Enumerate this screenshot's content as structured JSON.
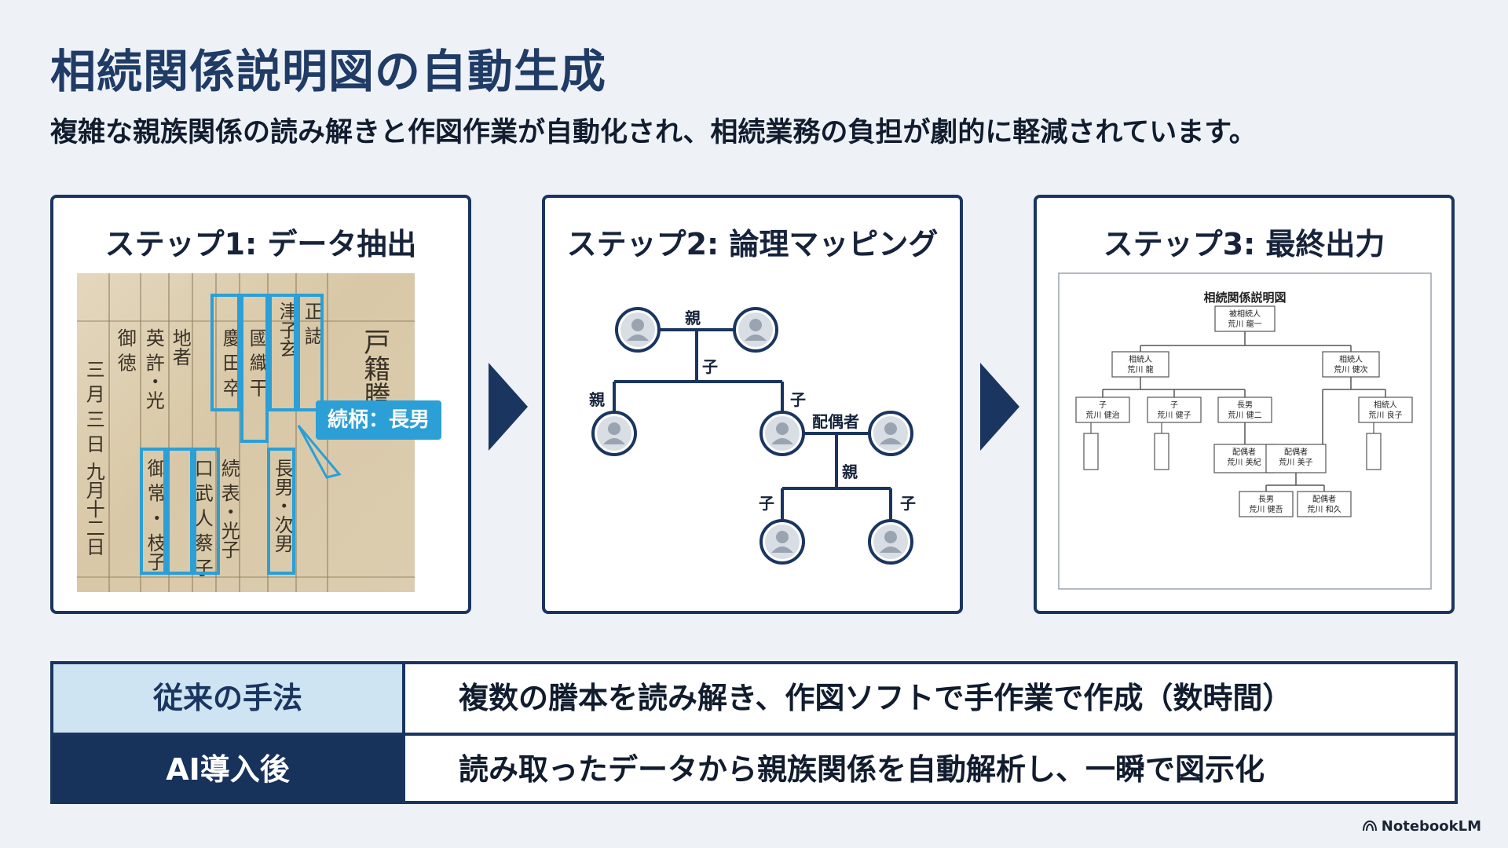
{
  "title": "相続関係説明図の自動生成",
  "subtitle": "複雑な親族関係の読み解きと作図作業が自動化され、相続業務の負担が劇的に軽減されています。",
  "steps": [
    {
      "label": "ステップ1: データ抽出"
    },
    {
      "label": "ステップ2: 論理マッピング"
    },
    {
      "label": "ステップ3: 最終出力"
    }
  ],
  "document": {
    "columns": [
      "戸籍謄本",
      "正 誌",
      "津子玄",
      "國 織 干",
      "慶 田 卒",
      "地者",
      "英 許・光",
      "御 徳",
      "三 月 三 日",
      "九月十二日",
      "長男・次男",
      "続 表・光子",
      "口 武 人 蔡 子",
      "御 常 ・ 枝子"
    ],
    "callout": "続柄：長男"
  },
  "mapping": {
    "parent_label": "親",
    "child_label": "子",
    "spouse_label": "配偶者"
  },
  "chart": {
    "title": "相続関係説明図",
    "nodes": [
      {
        "role": "被相続人",
        "name": "荒川 龍一"
      },
      {
        "role": "相続人",
        "name": "荒川 龍"
      },
      {
        "role": "相続人",
        "name": "荒川 健次"
      },
      {
        "role": "子",
        "name": "荒川 健治"
      },
      {
        "role": "子",
        "name": "荒川 健子"
      },
      {
        "role": "長男",
        "name": "荒川 健二"
      },
      {
        "role": "相続人",
        "name": "荒川 良子"
      },
      {
        "role": "配偶者",
        "name": "荒川 美紀"
      },
      {
        "role": "配偶者",
        "name": "荒川 美子"
      },
      {
        "role": "長男",
        "name": "荒川 健吾"
      },
      {
        "role": "配偶者",
        "name": "荒川 和久"
      }
    ]
  },
  "table": {
    "rows": [
      {
        "label": "従来の手法",
        "value": "複数の謄本を読み解き、作図ソフトで手作業で作成（数時間）"
      },
      {
        "label": "AI導入後",
        "value": "読み取ったデータから親族関係を自動解析し、一瞬で図示化"
      }
    ]
  },
  "footer": "NotebookLM",
  "colors": {
    "navy": "#1a3560",
    "accent": "#2b9fd6",
    "light_blue": "#cfe4f3"
  }
}
